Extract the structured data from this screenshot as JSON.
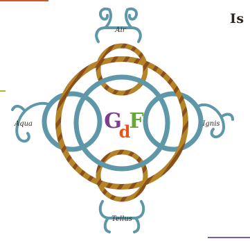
{
  "title_fragment": "Is",
  "monogram": {
    "letter_1": "G",
    "letter_2": "d",
    "letter_3": "F",
    "color_1": "#4fa1b5",
    "color_2": "#e9531c",
    "color_3": "#65a832",
    "color_g": "#7b3f8e"
  },
  "elements": {
    "top": "Air",
    "left": "Aqua",
    "right": "Ignis",
    "bottom": "Tellus"
  },
  "colors": {
    "blue_ring": "#5d97a8",
    "gold_ring": "#b48429",
    "gold_band": "#8a4f1d"
  }
}
